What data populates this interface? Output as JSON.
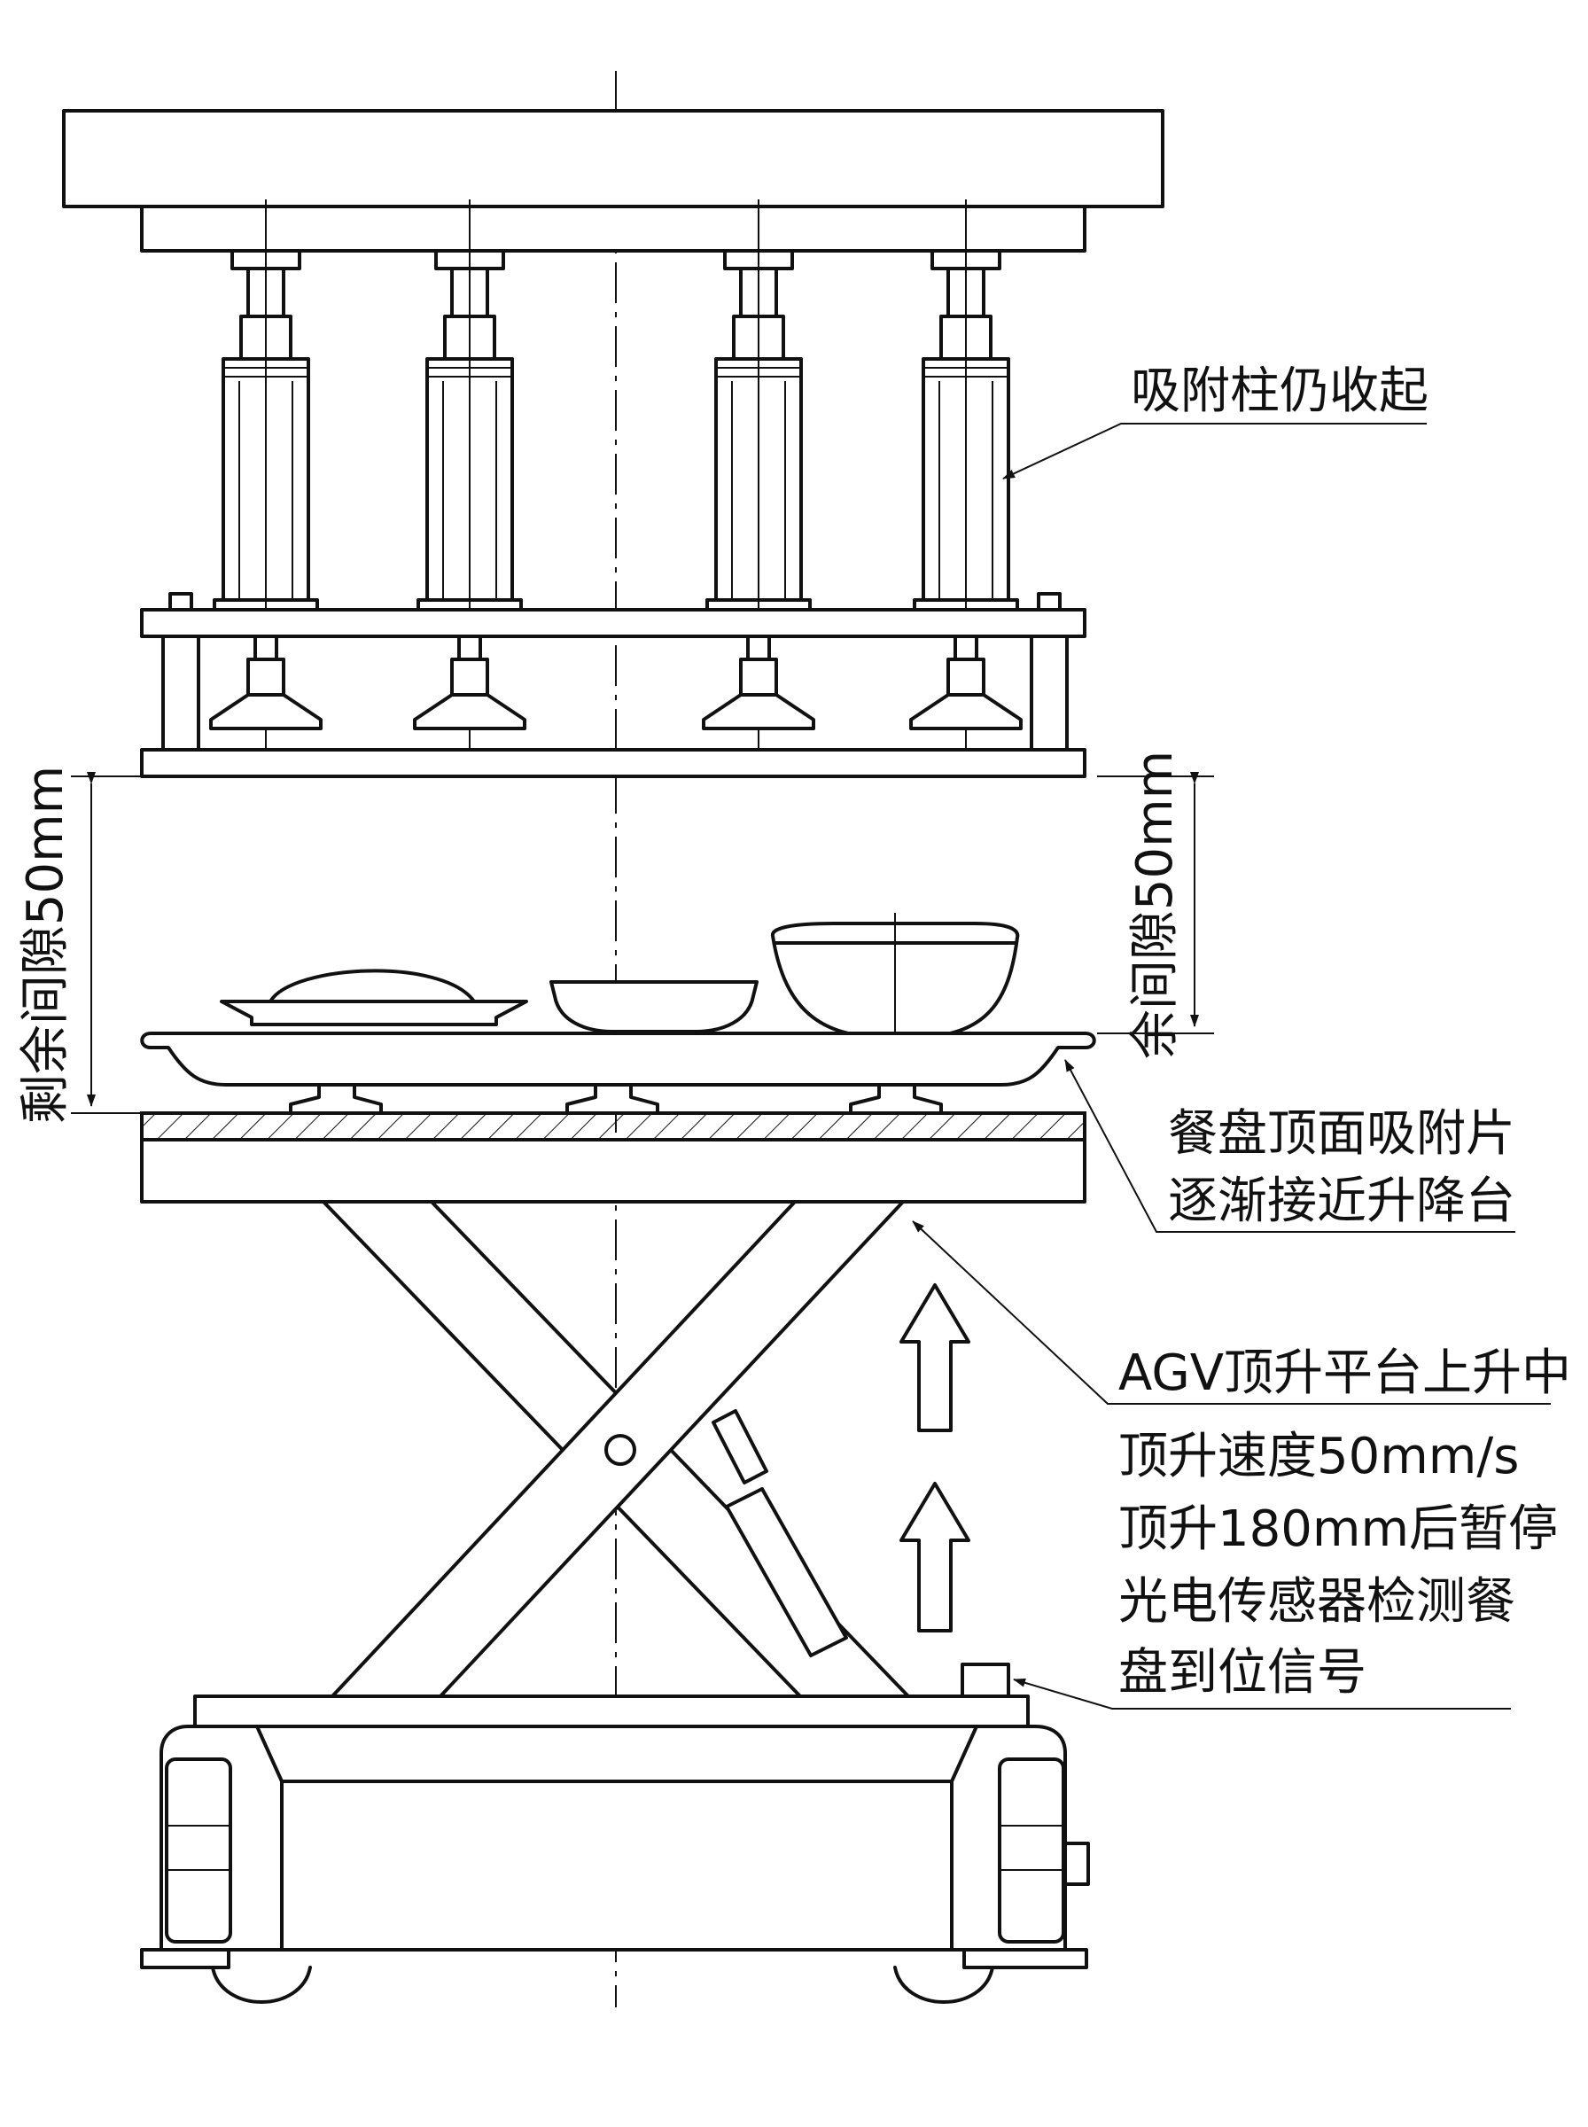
{
  "annotations": {
    "suction_columns_retracted": "吸附柱仍收起",
    "remaining_gap_left": "剩余间隙50mm",
    "remaining_gap_right": "余间隙50mm",
    "tray_suction_line1": "餐盘顶面吸附片",
    "tray_suction_line2": "逐渐接近升降台",
    "agv_rising": "AGV顶升平台上升中",
    "lift_speed": "顶升速度50mm/s",
    "lift_pause": "顶升180mm后暂停",
    "sensor_line1": "光电传感器检测餐",
    "sensor_line2": "盘到位信号"
  },
  "colors": {
    "line": "#111111",
    "background": "#ffffff"
  }
}
